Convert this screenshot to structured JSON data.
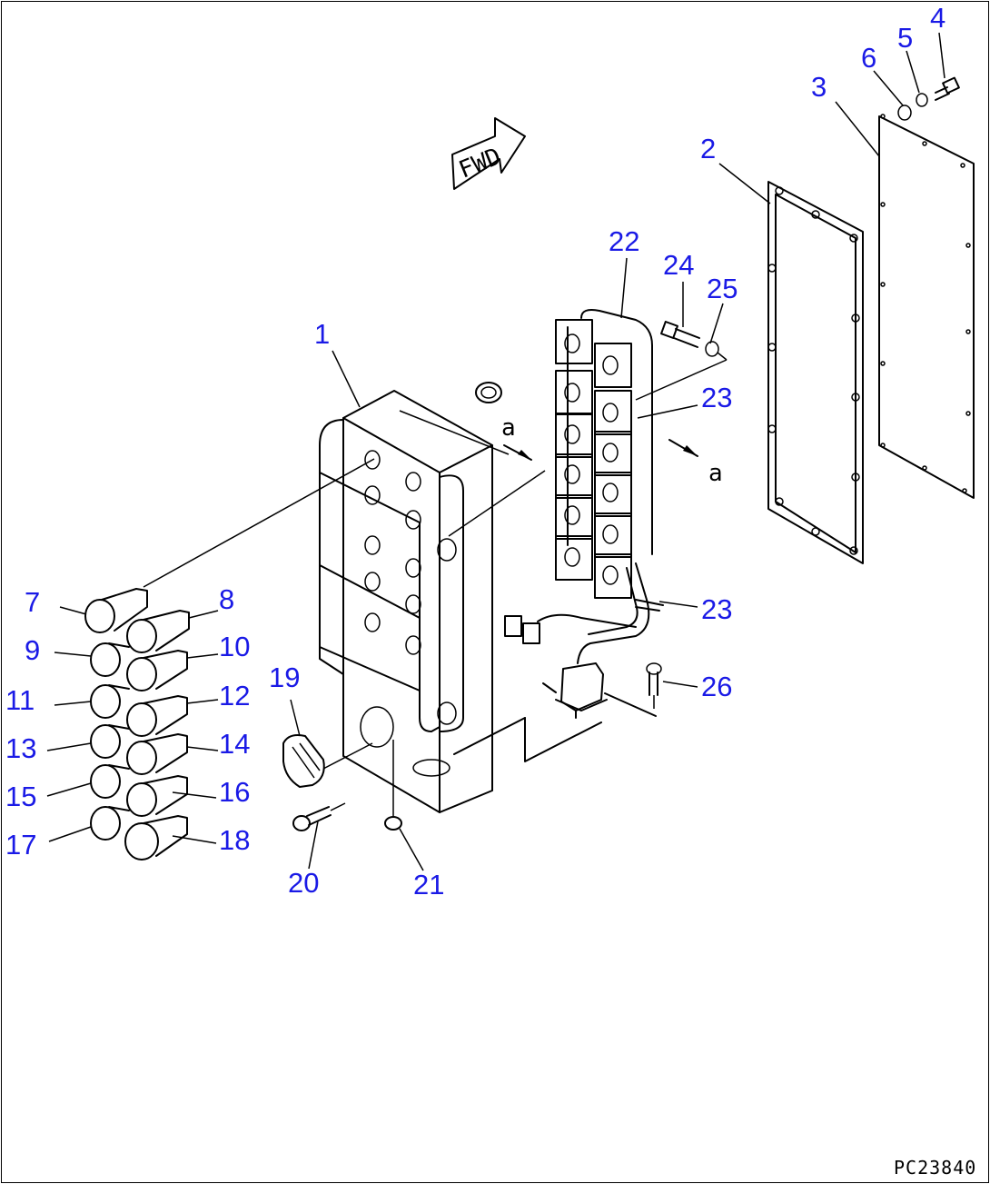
{
  "drawing_code": "PC23840",
  "direction_label": "FWD",
  "view_marker": "a",
  "callouts": {
    "c1": "1",
    "c2": "2",
    "c3": "3",
    "c4": "4",
    "c5": "5",
    "c6": "6",
    "c7": "7",
    "c8": "8",
    "c9": "9",
    "c10": "10",
    "c11": "11",
    "c12": "12",
    "c13": "13",
    "c14": "14",
    "c15": "15",
    "c16": "16",
    "c17": "17",
    "c18": "18",
    "c19": "19",
    "c20": "20",
    "c21": "21",
    "c22": "22",
    "c23a": "23",
    "c23b": "23",
    "c24": "24",
    "c25": "25",
    "c26": "26"
  },
  "colors": {
    "callout": "#1a1ae6",
    "line": "#000000",
    "background": "#ffffff"
  }
}
